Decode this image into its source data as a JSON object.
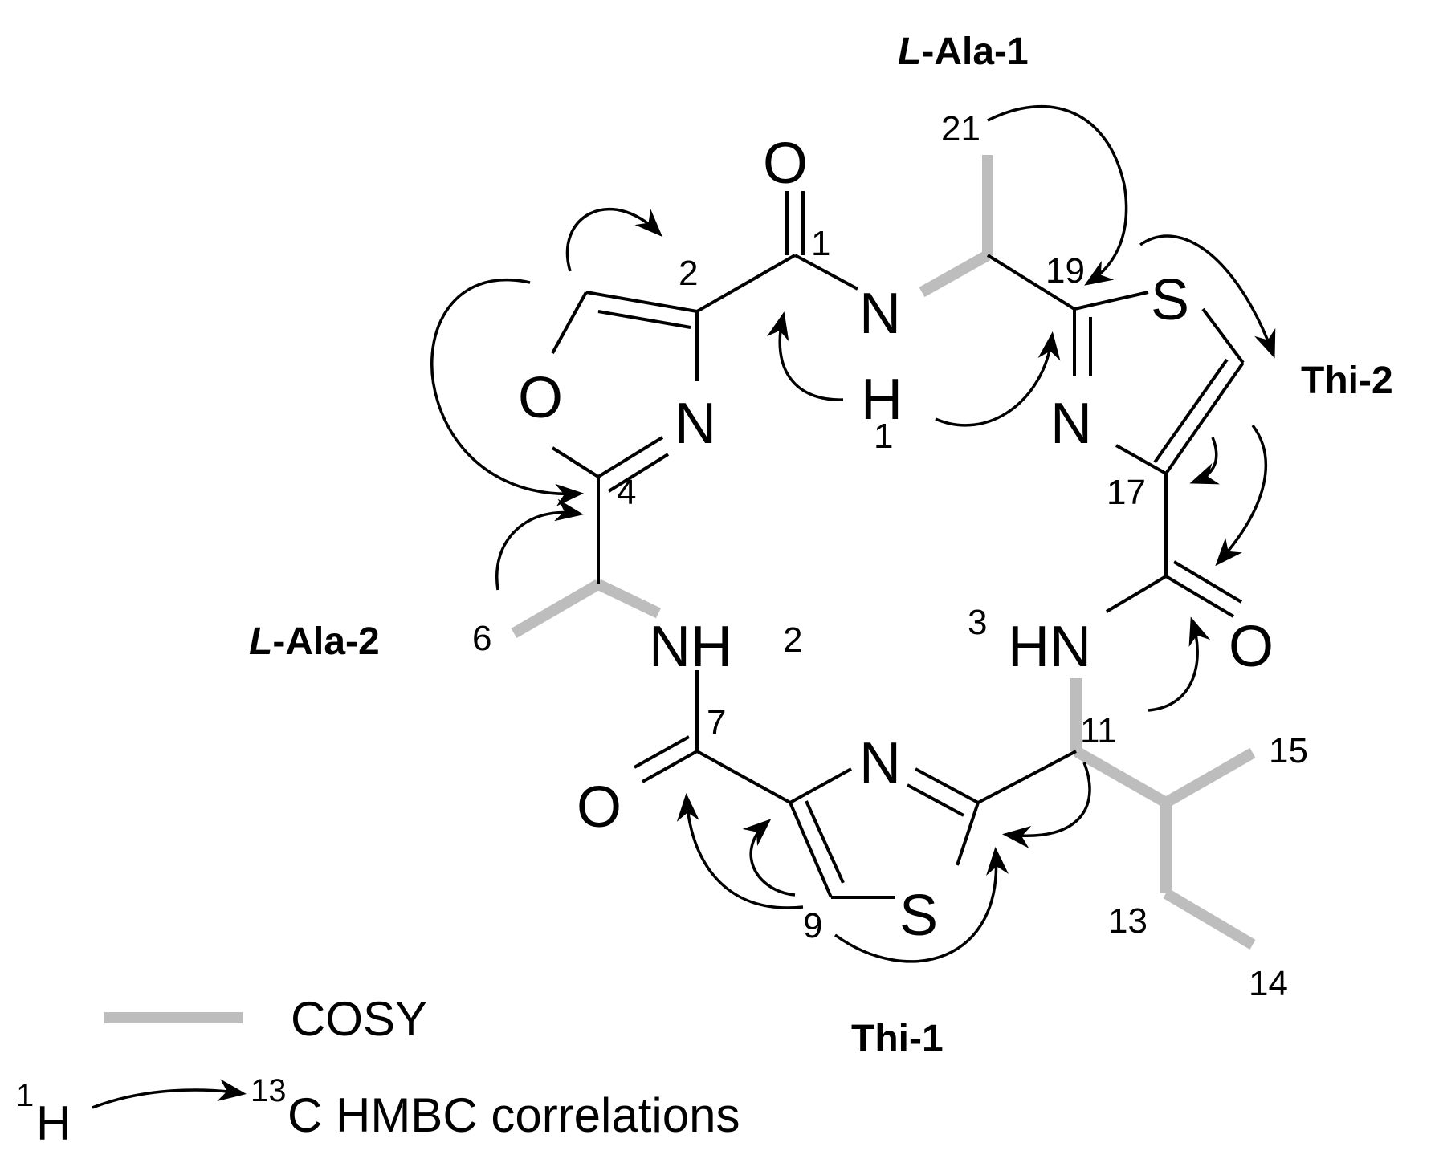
{
  "units": {
    "ala1_prefix": "L",
    "ala1_suffix": "-Ala-1",
    "ala2_prefix": "L",
    "ala2_suffix": "-Ala-2",
    "thi1": "Thi-1",
    "thi2": "Thi-2"
  },
  "atoms": {
    "o_carbonyl1": "O",
    "n_amide1": "N",
    "h_amide1": "H",
    "o_oxazole": "O",
    "n_oxazole": "N",
    "s_thi2": "S",
    "n_thi2": "N",
    "nh2": "NH",
    "hn3": "HN",
    "o_carbonyl_right": "O",
    "o_carbonyl7": "O",
    "n_thi1": "N",
    "s_thi1": "S"
  },
  "numbers": {
    "n1": "1",
    "n2": "2",
    "n4": "4",
    "n6": "6",
    "n7": "7",
    "n9": "9",
    "n11": "11",
    "n13": "13",
    "n14": "14",
    "n15": "15",
    "n17": "17",
    "n19": "19",
    "n21": "21",
    "h1": "1",
    "nh2_index": "2",
    "hn3_index": "3"
  },
  "legend": {
    "cosy_label": "COSY",
    "hmbc_h_sup": "1",
    "hmbc_h": "H",
    "hmbc_c_sup": "13",
    "hmbc_c_text": "C HMBC correlations"
  },
  "colors": {
    "cosy": "#bdbdbd",
    "bond": "#000000"
  }
}
